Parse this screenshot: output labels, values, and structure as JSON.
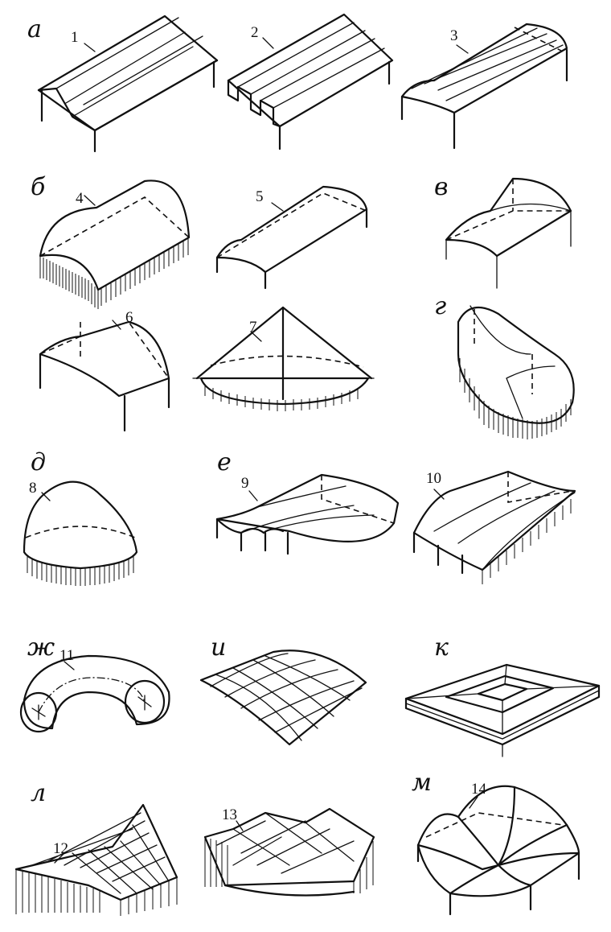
{
  "group_labels": {
    "a": "а",
    "b": "б",
    "v": "в",
    "g": "г",
    "d": "д",
    "e": "е",
    "zh": "ж",
    "i": "и",
    "k": "к",
    "l": "л",
    "m": "м"
  },
  "item_numbers": {
    "n1": "1",
    "n2": "2",
    "n3": "3",
    "n4": "4",
    "n5": "5",
    "n6": "6",
    "n7": "7",
    "n8": "8",
    "n9": "9",
    "n10": "10",
    "n11": "11",
    "n12": "12",
    "n13": "13",
    "n14": "14"
  }
}
